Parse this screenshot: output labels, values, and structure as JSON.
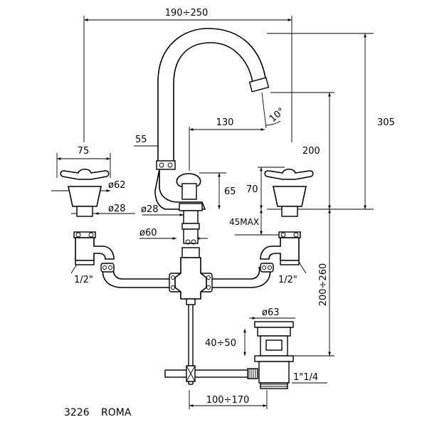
{
  "dimensions": {
    "overall_width": "190÷250",
    "handle_width": "75",
    "handle_diameter": "ø62",
    "stem_diameter_left": "ø28",
    "spout_base_diameter": "ø28",
    "base_diameter": "ø60",
    "spout_offset": "55",
    "spout_reach": "130",
    "spout_angle": "10°",
    "height_above_deck": "305",
    "spout_outlet_height": "200",
    "knob_height": "65",
    "handle_height": "70",
    "deck_thickness": "45MAX",
    "thread_left": "1/2\"",
    "thread_right": "1/2\"",
    "below_deck": "200÷260",
    "waste_diameter": "ø63",
    "waste_range": "40÷50",
    "waste_thread": "1\"1/4",
    "rod_range": "100÷170"
  },
  "caption": {
    "model": "3226",
    "name": "ROMA"
  }
}
